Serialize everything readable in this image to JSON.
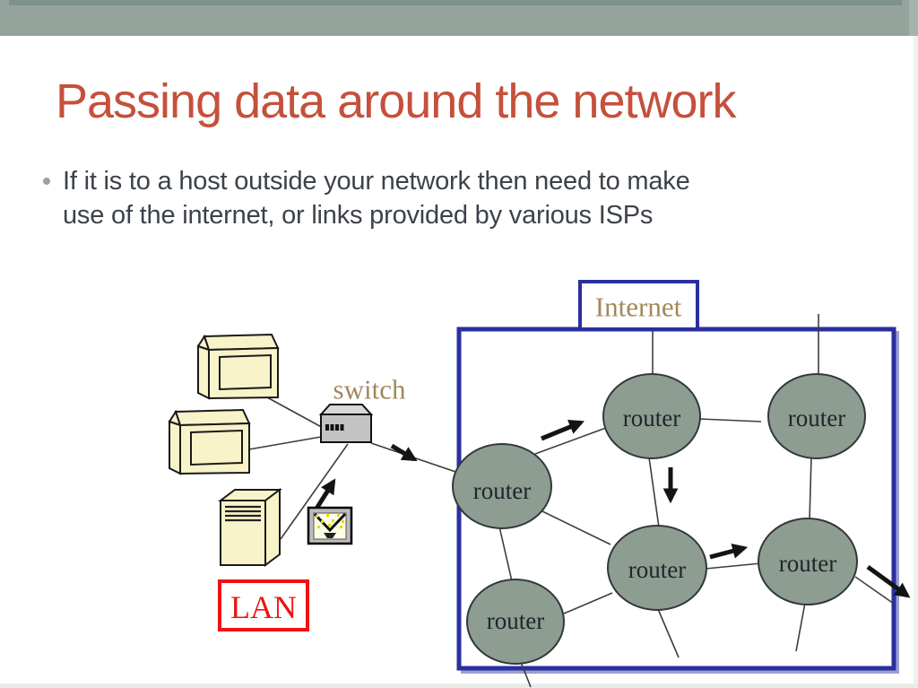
{
  "slide": {
    "title": "Passing data around the network",
    "bullet_lines": [
      "If it is to a host outside your network then need to make",
      "use of the internet, or links provided by various ISPs"
    ]
  },
  "diagram": {
    "internet_label": "Internet",
    "switch_label": "switch",
    "lan_label": "LAN",
    "routers": [
      {
        "id": "top-center",
        "label": "router"
      },
      {
        "id": "top-right",
        "label": "router"
      },
      {
        "id": "mid-left",
        "label": "router"
      },
      {
        "id": "bottom-center",
        "label": "router"
      },
      {
        "id": "bottom-right",
        "label": "router"
      },
      {
        "id": "bottom-left",
        "label": "router"
      }
    ]
  },
  "colors": {
    "title_red": "#c5503c",
    "accent_blue": "#2b2f9e",
    "router_fill": "#8e9d92",
    "label_tan": "#a3885c",
    "lan_red": "#ee1212",
    "header_sage": "#94a39b",
    "device_cream": "#f8f3c8"
  }
}
